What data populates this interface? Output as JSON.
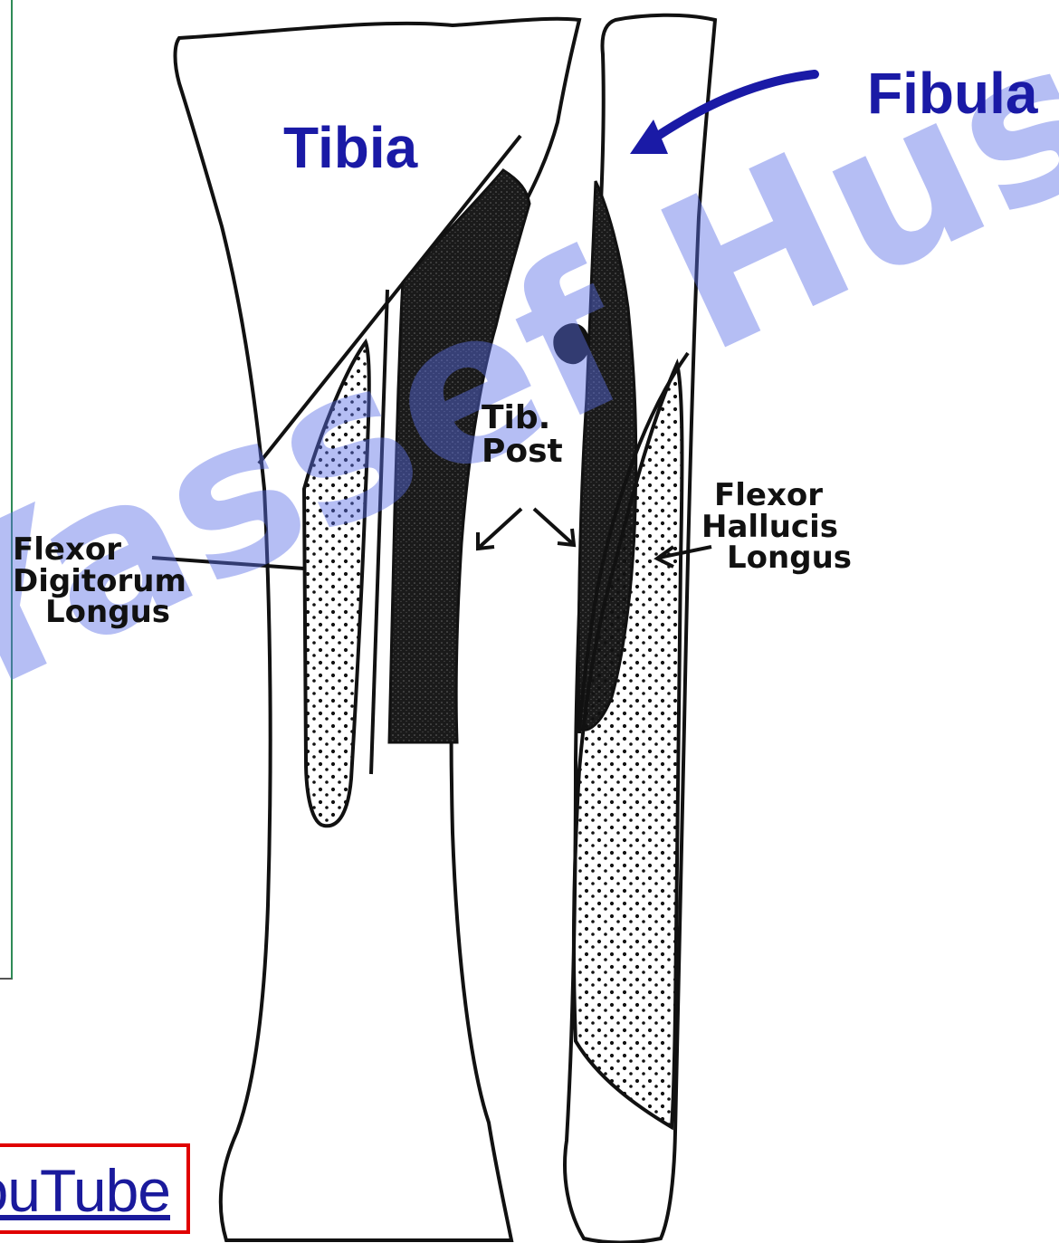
{
  "labels": {
    "tibia": "Tibia",
    "fibula": "Fibula",
    "flexor_digitorum_longus": [
      "Flexor",
      "Digitorum",
      "Longus"
    ],
    "flexor_hallucis_longus": [
      "Flexor",
      "Hallucis",
      "Longus"
    ],
    "tibialis_posterior": [
      "Tib.",
      "Post"
    ]
  },
  "watermark": "Yassef Hussein",
  "youtube_link": "YouTube",
  "colors": {
    "label_blue": "#1a1aa6",
    "watermark": "#5a6ee6",
    "youtube_border": "#e00000",
    "panel_border": "#2e8b57",
    "ink": "#111111"
  }
}
